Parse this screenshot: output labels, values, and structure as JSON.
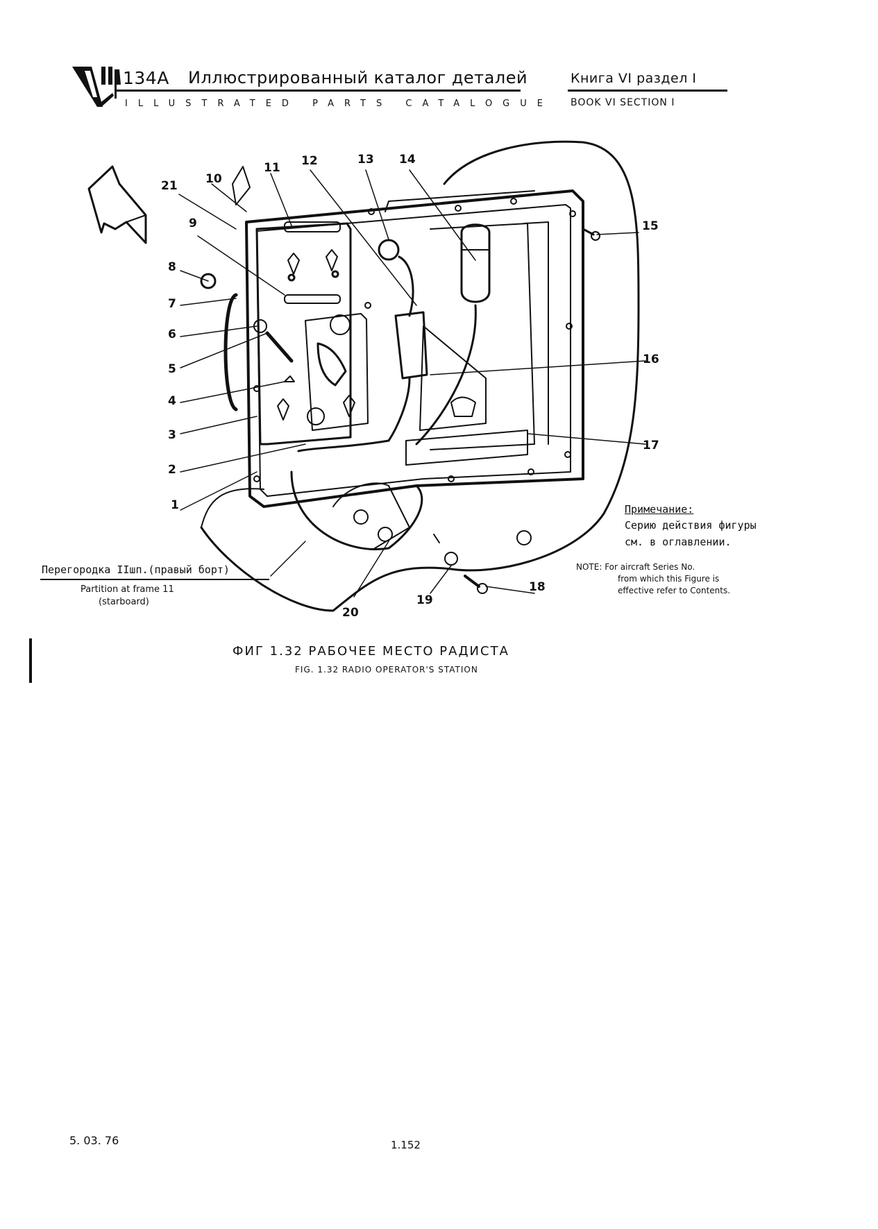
{
  "header": {
    "model": "134A",
    "title_ru": "Иллюстрированный каталог деталей",
    "title_en": "ILLUSTRATED PARTS CATALOGUE",
    "book_ru": "Книга VI раздел I",
    "book_en": "BOOK VI SECTION I"
  },
  "callouts": [
    "1",
    "2",
    "3",
    "4",
    "5",
    "6",
    "7",
    "8",
    "9",
    "10",
    "11",
    "12",
    "13",
    "14",
    "15",
    "16",
    "17",
    "18",
    "19",
    "20",
    "21"
  ],
  "partition": {
    "ru": "Перегородка IIшп.(правый борт)",
    "en_line1": "Partition at frame 11",
    "en_line2": "(starboard)"
  },
  "note": {
    "ru_title": "Примечание:",
    "ru_line1": "Серию действия фигуры",
    "ru_line2": "см. в оглавлении.",
    "en_line1": "NOTE: For aircraft Series No.",
    "en_line2": "from which this Figure is",
    "en_line3": "effective refer to Contents."
  },
  "caption": {
    "ru": "ФИГ 1.32 РАБОЧЕЕ МЕСТО РАДИСТА",
    "en": "FIG. 1.32 RADIO OPERATOR'S STATION"
  },
  "footer": {
    "date": "5. 03. 76",
    "page": "1.152"
  }
}
